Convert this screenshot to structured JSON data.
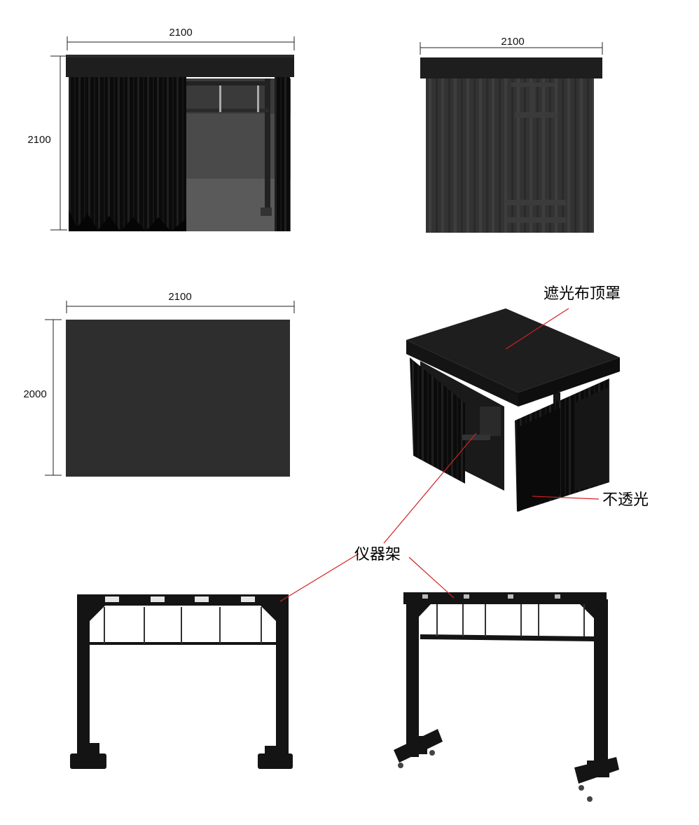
{
  "dimensions": {
    "front_width": "2100",
    "front_height": "2100",
    "back_width": "2100",
    "side_width": "2100",
    "side_height": "2000"
  },
  "callouts": {
    "top_cover": "遮光布顶罩",
    "opaque": "不透光",
    "rack": "仪器架"
  },
  "colors": {
    "dark_fabric": "#2e2e2e",
    "black": "#111111",
    "frame": "#1a1a1a",
    "leader_line": "#d42020"
  }
}
